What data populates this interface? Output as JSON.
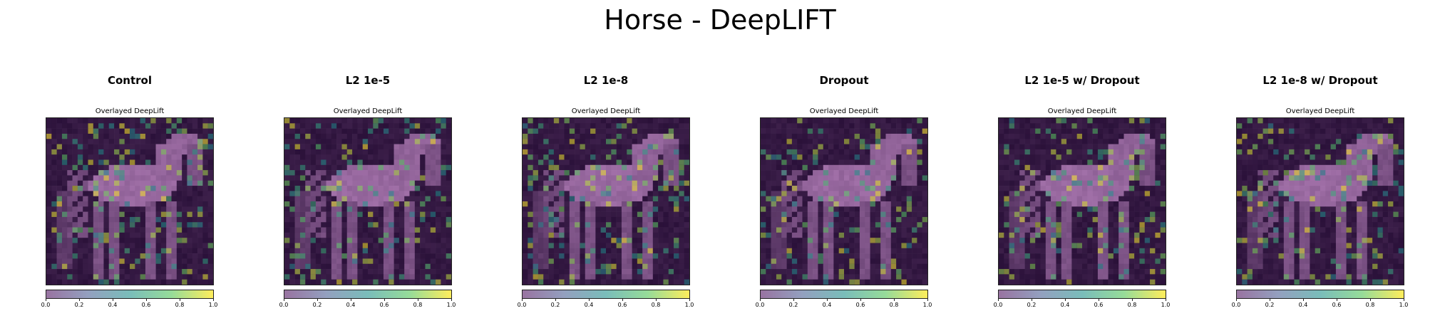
{
  "figure": {
    "title": "Horse - DeepLIFT"
  },
  "colors": {
    "colormap": "viridis",
    "colormap_stops": [
      "#440154",
      "#3b528b",
      "#21918c",
      "#5ec962",
      "#fde725"
    ],
    "base_image": "#2b0f35"
  },
  "chart_data": [
    {
      "type": "heatmap",
      "title": "Control",
      "subtitle": "Overlayed DeepLift",
      "colorbar": {
        "range": [
          0.0,
          1.0
        ],
        "ticks": [
          "0.0",
          "0.2",
          "0.4",
          "0.6",
          "0.8",
          "1.0"
        ]
      }
    },
    {
      "type": "heatmap",
      "title": "L2 1e-5",
      "subtitle": "Overlayed DeepLift",
      "colorbar": {
        "range": [
          0.0,
          1.0
        ],
        "ticks": [
          "0.0",
          "0.2",
          "0.4",
          "0.6",
          "0.8",
          "1.0"
        ]
      }
    },
    {
      "type": "heatmap",
      "title": "L2 1e-8",
      "subtitle": "Overlayed DeepLift",
      "colorbar": {
        "range": [
          0.0,
          1.0
        ],
        "ticks": [
          "0.0",
          "0.2",
          "0.4",
          "0.6",
          "0.8",
          "1.0"
        ]
      }
    },
    {
      "type": "heatmap",
      "title": "Dropout",
      "subtitle": "Overlayed DeepLift",
      "colorbar": {
        "range": [
          0.0,
          1.0
        ],
        "ticks": [
          "0.0",
          "0.2",
          "0.4",
          "0.6",
          "0.8",
          "1.0"
        ]
      }
    },
    {
      "type": "heatmap",
      "title": "L2 1e-5 w/ Dropout",
      "subtitle": "Overlayed DeepLift",
      "colorbar": {
        "range": [
          0.0,
          1.0
        ],
        "ticks": [
          "0.0",
          "0.2",
          "0.4",
          "0.6",
          "0.8",
          "1.0"
        ]
      }
    },
    {
      "type": "heatmap",
      "title": "L2 1e-8 w/ Dropout",
      "subtitle": "Overlayed DeepLift",
      "colorbar": {
        "range": [
          0.0,
          1.0
        ],
        "ticks": [
          "0.0",
          "0.2",
          "0.4",
          "0.6",
          "0.8",
          "1.0"
        ]
      }
    }
  ]
}
